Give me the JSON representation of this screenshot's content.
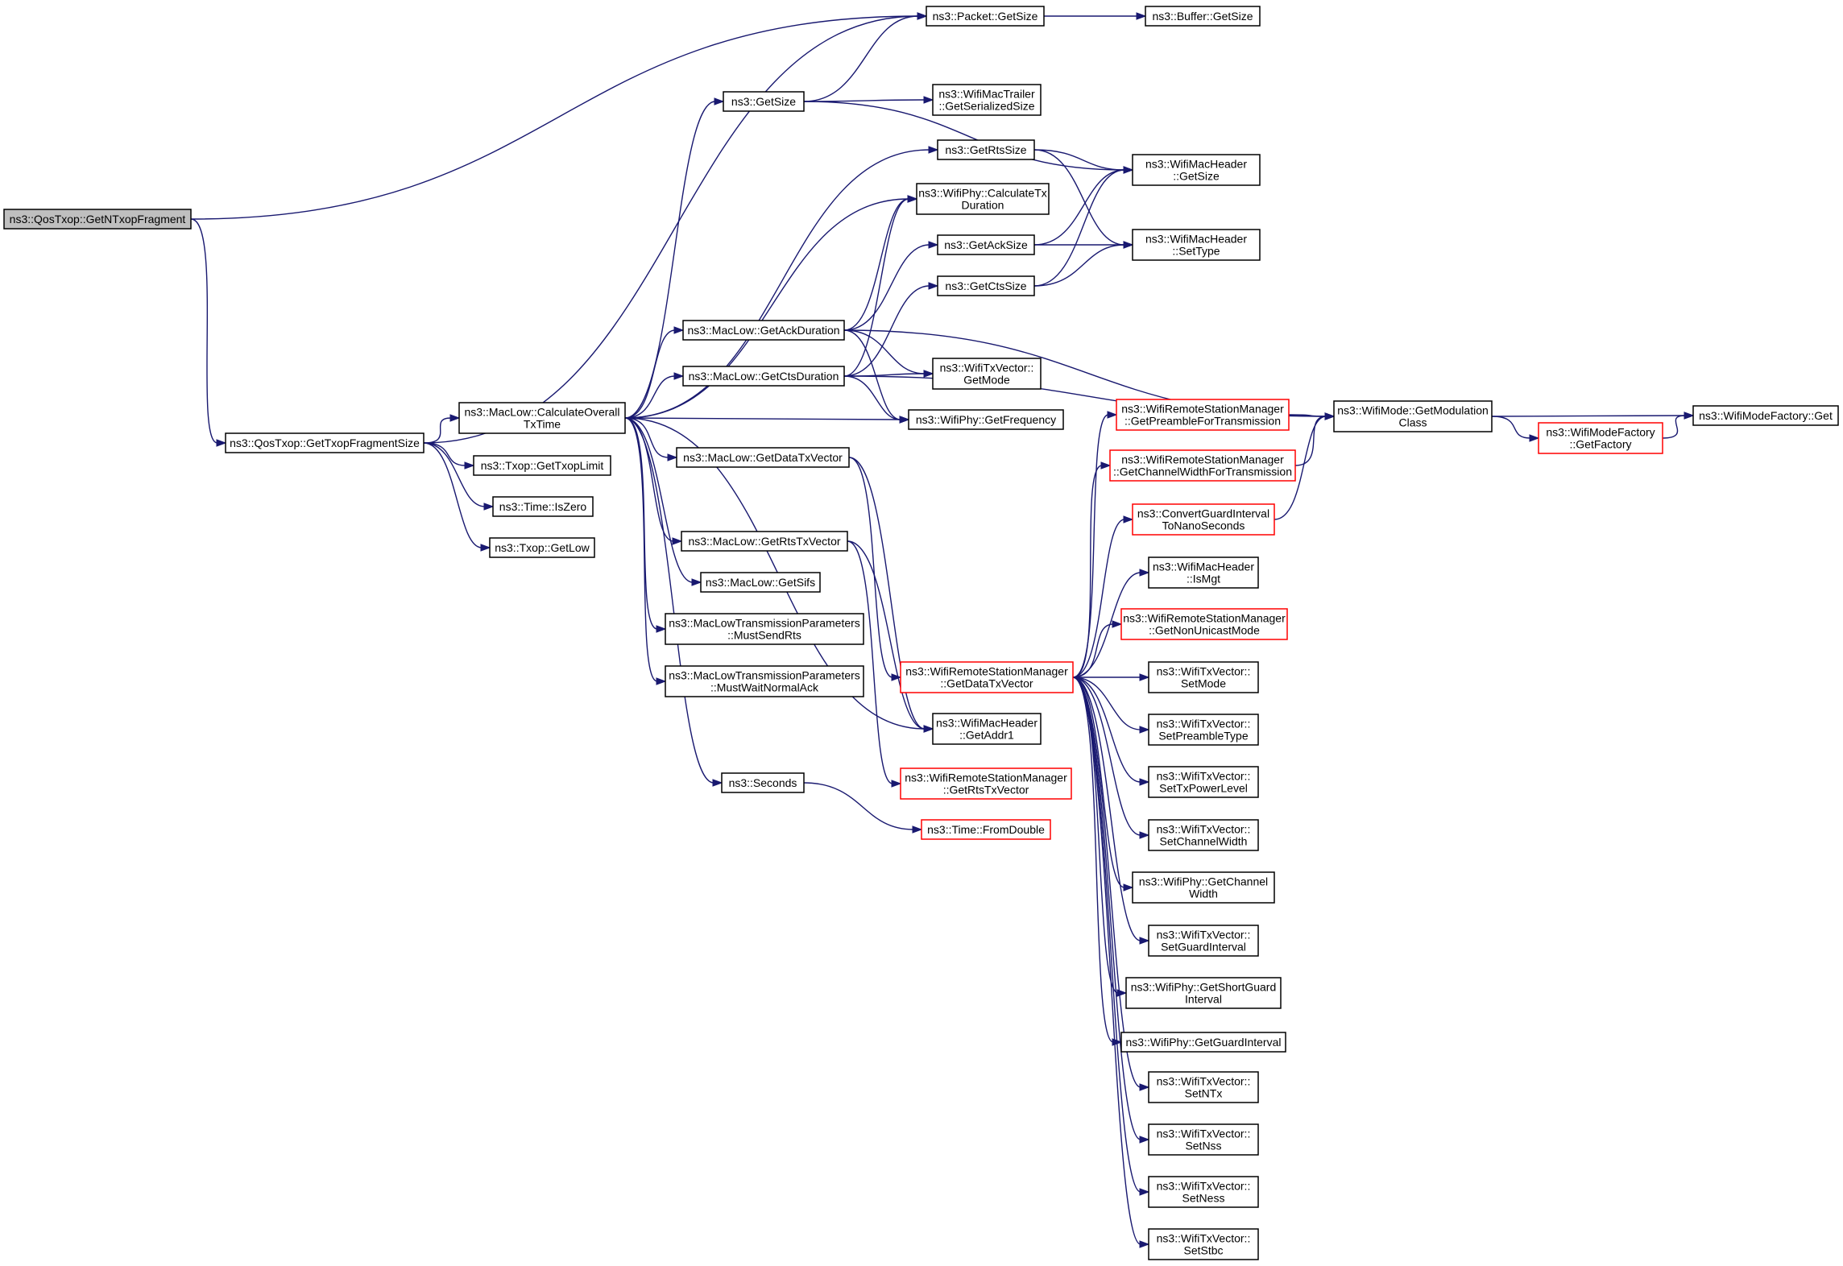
{
  "colors": {
    "edge": "#191970",
    "border_normal": "#000000",
    "border_truncated": "#ff0000",
    "fill_root": "#bfbfbf",
    "fill_normal": "#ffffff"
  },
  "nodes": [
    {
      "id": "n0",
      "lines": [
        "ns3::QosTxop::GetNTxopFragment"
      ],
      "style": "root"
    },
    {
      "id": "n1",
      "lines": [
        "ns3::QosTxop::GetTxopFragmentSize"
      ],
      "style": "normal"
    },
    {
      "id": "n2",
      "lines": [
        "ns3::Packet::GetSize"
      ],
      "style": "normal"
    },
    {
      "id": "n3",
      "lines": [
        "ns3::Buffer::GetSize"
      ],
      "style": "normal"
    },
    {
      "id": "n4",
      "lines": [
        "ns3::MacLow::CalculateOverall",
        "TxTime"
      ],
      "style": "normal"
    },
    {
      "id": "n5",
      "lines": [
        "ns3::Txop::GetTxopLimit"
      ],
      "style": "normal"
    },
    {
      "id": "n6",
      "lines": [
        "ns3::Time::IsZero"
      ],
      "style": "normal"
    },
    {
      "id": "n7",
      "lines": [
        "ns3::Txop::GetLow"
      ],
      "style": "normal"
    },
    {
      "id": "n8",
      "lines": [
        "ns3::GetSize"
      ],
      "style": "normal"
    },
    {
      "id": "n9",
      "lines": [
        "ns3::WifiMacTrailer",
        "::GetSerializedSize"
      ],
      "style": "normal"
    },
    {
      "id": "n10",
      "lines": [
        "ns3::GetRtsSize"
      ],
      "style": "normal"
    },
    {
      "id": "n11",
      "lines": [
        "ns3::WifiMacHeader",
        "::GetSize"
      ],
      "style": "normal"
    },
    {
      "id": "n12",
      "lines": [
        "ns3::WifiPhy::CalculateTx",
        "Duration"
      ],
      "style": "normal"
    },
    {
      "id": "n13",
      "lines": [
        "ns3::GetAckSize"
      ],
      "style": "normal"
    },
    {
      "id": "n14",
      "lines": [
        "ns3::WifiMacHeader",
        "::SetType"
      ],
      "style": "normal"
    },
    {
      "id": "n15",
      "lines": [
        "ns3::GetCtsSize"
      ],
      "style": "normal"
    },
    {
      "id": "n16",
      "lines": [
        "ns3::MacLow::GetAckDuration"
      ],
      "style": "normal"
    },
    {
      "id": "n17",
      "lines": [
        "ns3::MacLow::GetCtsDuration"
      ],
      "style": "normal"
    },
    {
      "id": "n18",
      "lines": [
        "ns3::WifiTxVector::",
        "GetMode"
      ],
      "style": "normal"
    },
    {
      "id": "n19",
      "lines": [
        "ns3::WifiPhy::GetFrequency"
      ],
      "style": "normal"
    },
    {
      "id": "n20",
      "lines": [
        "ns3::WifiMode::GetModulation",
        "Class"
      ],
      "style": "normal"
    },
    {
      "id": "n21",
      "lines": [
        "ns3::WifiModeFactory::Get"
      ],
      "style": "normal"
    },
    {
      "id": "n22",
      "lines": [
        "ns3::WifiModeFactory",
        "::GetFactory"
      ],
      "style": "truncated"
    },
    {
      "id": "n23",
      "lines": [
        "ns3::WifiRemoteStationManager",
        "::GetPreambleForTransmission"
      ],
      "style": "truncated"
    },
    {
      "id": "n24",
      "lines": [
        "ns3::WifiRemoteStationManager",
        "::GetChannelWidthForTransmission"
      ],
      "style": "truncated"
    },
    {
      "id": "n25",
      "lines": [
        "ns3::ConvertGuardInterval",
        "ToNanoSeconds"
      ],
      "style": "truncated"
    },
    {
      "id": "n26",
      "lines": [
        "ns3::MacLow::GetDataTxVector"
      ],
      "style": "normal"
    },
    {
      "id": "n27",
      "lines": [
        "ns3::MacLow::GetRtsTxVector"
      ],
      "style": "normal"
    },
    {
      "id": "n28",
      "lines": [
        "ns3::MacLow::GetSifs"
      ],
      "style": "normal"
    },
    {
      "id": "n29",
      "lines": [
        "ns3::MacLowTransmissionParameters",
        "::MustSendRts"
      ],
      "style": "normal"
    },
    {
      "id": "n30",
      "lines": [
        "ns3::MacLowTransmissionParameters",
        "::MustWaitNormalAck"
      ],
      "style": "normal"
    },
    {
      "id": "n31",
      "lines": [
        "ns3::Seconds"
      ],
      "style": "normal"
    },
    {
      "id": "n32",
      "lines": [
        "ns3::Time::FromDouble"
      ],
      "style": "truncated"
    },
    {
      "id": "n33",
      "lines": [
        "ns3::WifiRemoteStationManager",
        "::GetDataTxVector"
      ],
      "style": "truncated"
    },
    {
      "id": "n34",
      "lines": [
        "ns3::WifiMacHeader",
        "::GetAddr1"
      ],
      "style": "normal"
    },
    {
      "id": "n35",
      "lines": [
        "ns3::WifiRemoteStationManager",
        "::GetRtsTxVector"
      ],
      "style": "truncated"
    },
    {
      "id": "n36",
      "lines": [
        "ns3::WifiMacHeader",
        "::IsMgt"
      ],
      "style": "normal"
    },
    {
      "id": "n37",
      "lines": [
        "ns3::WifiRemoteStationManager",
        "::GetNonUnicastMode"
      ],
      "style": "truncated"
    },
    {
      "id": "n38",
      "lines": [
        "ns3::WifiTxVector::",
        "SetMode"
      ],
      "style": "normal"
    },
    {
      "id": "n39",
      "lines": [
        "ns3::WifiTxVector::",
        "SetPreambleType"
      ],
      "style": "normal"
    },
    {
      "id": "n40",
      "lines": [
        "ns3::WifiTxVector::",
        "SetTxPowerLevel"
      ],
      "style": "normal"
    },
    {
      "id": "n41",
      "lines": [
        "ns3::WifiTxVector::",
        "SetChannelWidth"
      ],
      "style": "normal"
    },
    {
      "id": "n42",
      "lines": [
        "ns3::WifiPhy::GetChannel",
        "Width"
      ],
      "style": "normal"
    },
    {
      "id": "n43",
      "lines": [
        "ns3::WifiTxVector::",
        "SetGuardInterval"
      ],
      "style": "normal"
    },
    {
      "id": "n44",
      "lines": [
        "ns3::WifiPhy::GetShortGuard",
        "Interval"
      ],
      "style": "normal"
    },
    {
      "id": "n45",
      "lines": [
        "ns3::WifiPhy::GetGuardInterval"
      ],
      "style": "normal"
    },
    {
      "id": "n46",
      "lines": [
        "ns3::WifiTxVector::",
        "SetNTx"
      ],
      "style": "normal"
    },
    {
      "id": "n47",
      "lines": [
        "ns3::WifiTxVector::",
        "SetNss"
      ],
      "style": "normal"
    },
    {
      "id": "n48",
      "lines": [
        "ns3::WifiTxVector::",
        "SetNess"
      ],
      "style": "normal"
    },
    {
      "id": "n49",
      "lines": [
        "ns3::WifiTxVector::",
        "SetStbc"
      ],
      "style": "normal"
    }
  ],
  "edges": [
    [
      "n0",
      "n1"
    ],
    [
      "n0",
      "n2"
    ],
    [
      "n1",
      "n2"
    ],
    [
      "n1",
      "n4"
    ],
    [
      "n1",
      "n5"
    ],
    [
      "n1",
      "n6"
    ],
    [
      "n1",
      "n7"
    ],
    [
      "n2",
      "n3"
    ],
    [
      "n4",
      "n8"
    ],
    [
      "n4",
      "n10"
    ],
    [
      "n4",
      "n12"
    ],
    [
      "n4",
      "n16"
    ],
    [
      "n4",
      "n17"
    ],
    [
      "n4",
      "n19"
    ],
    [
      "n4",
      "n26"
    ],
    [
      "n4",
      "n27"
    ],
    [
      "n4",
      "n28"
    ],
    [
      "n4",
      "n29"
    ],
    [
      "n4",
      "n30"
    ],
    [
      "n4",
      "n31"
    ],
    [
      "n4",
      "n34"
    ],
    [
      "n8",
      "n2"
    ],
    [
      "n8",
      "n9"
    ],
    [
      "n8",
      "n11"
    ],
    [
      "n10",
      "n11"
    ],
    [
      "n10",
      "n14"
    ],
    [
      "n13",
      "n11"
    ],
    [
      "n13",
      "n14"
    ],
    [
      "n15",
      "n11"
    ],
    [
      "n15",
      "n14"
    ],
    [
      "n16",
      "n12"
    ],
    [
      "n16",
      "n13"
    ],
    [
      "n16",
      "n18"
    ],
    [
      "n16",
      "n19"
    ],
    [
      "n16",
      "n20"
    ],
    [
      "n17",
      "n12"
    ],
    [
      "n17",
      "n15"
    ],
    [
      "n17",
      "n18"
    ],
    [
      "n17",
      "n19"
    ],
    [
      "n17",
      "n20"
    ],
    [
      "n20",
      "n21"
    ],
    [
      "n20",
      "n22"
    ],
    [
      "n22",
      "n21"
    ],
    [
      "n23",
      "n20"
    ],
    [
      "n24",
      "n20"
    ],
    [
      "n25",
      "n20"
    ],
    [
      "n26",
      "n33"
    ],
    [
      "n26",
      "n34"
    ],
    [
      "n27",
      "n34"
    ],
    [
      "n27",
      "n35"
    ],
    [
      "n31",
      "n32"
    ],
    [
      "n33",
      "n23"
    ],
    [
      "n33",
      "n24"
    ],
    [
      "n33",
      "n25"
    ],
    [
      "n33",
      "n36"
    ],
    [
      "n33",
      "n37"
    ],
    [
      "n33",
      "n38"
    ],
    [
      "n33",
      "n39"
    ],
    [
      "n33",
      "n40"
    ],
    [
      "n33",
      "n41"
    ],
    [
      "n33",
      "n42"
    ],
    [
      "n33",
      "n43"
    ],
    [
      "n33",
      "n44"
    ],
    [
      "n33",
      "n45"
    ],
    [
      "n33",
      "n46"
    ],
    [
      "n33",
      "n47"
    ],
    [
      "n33",
      "n48"
    ],
    [
      "n33",
      "n49"
    ]
  ]
}
